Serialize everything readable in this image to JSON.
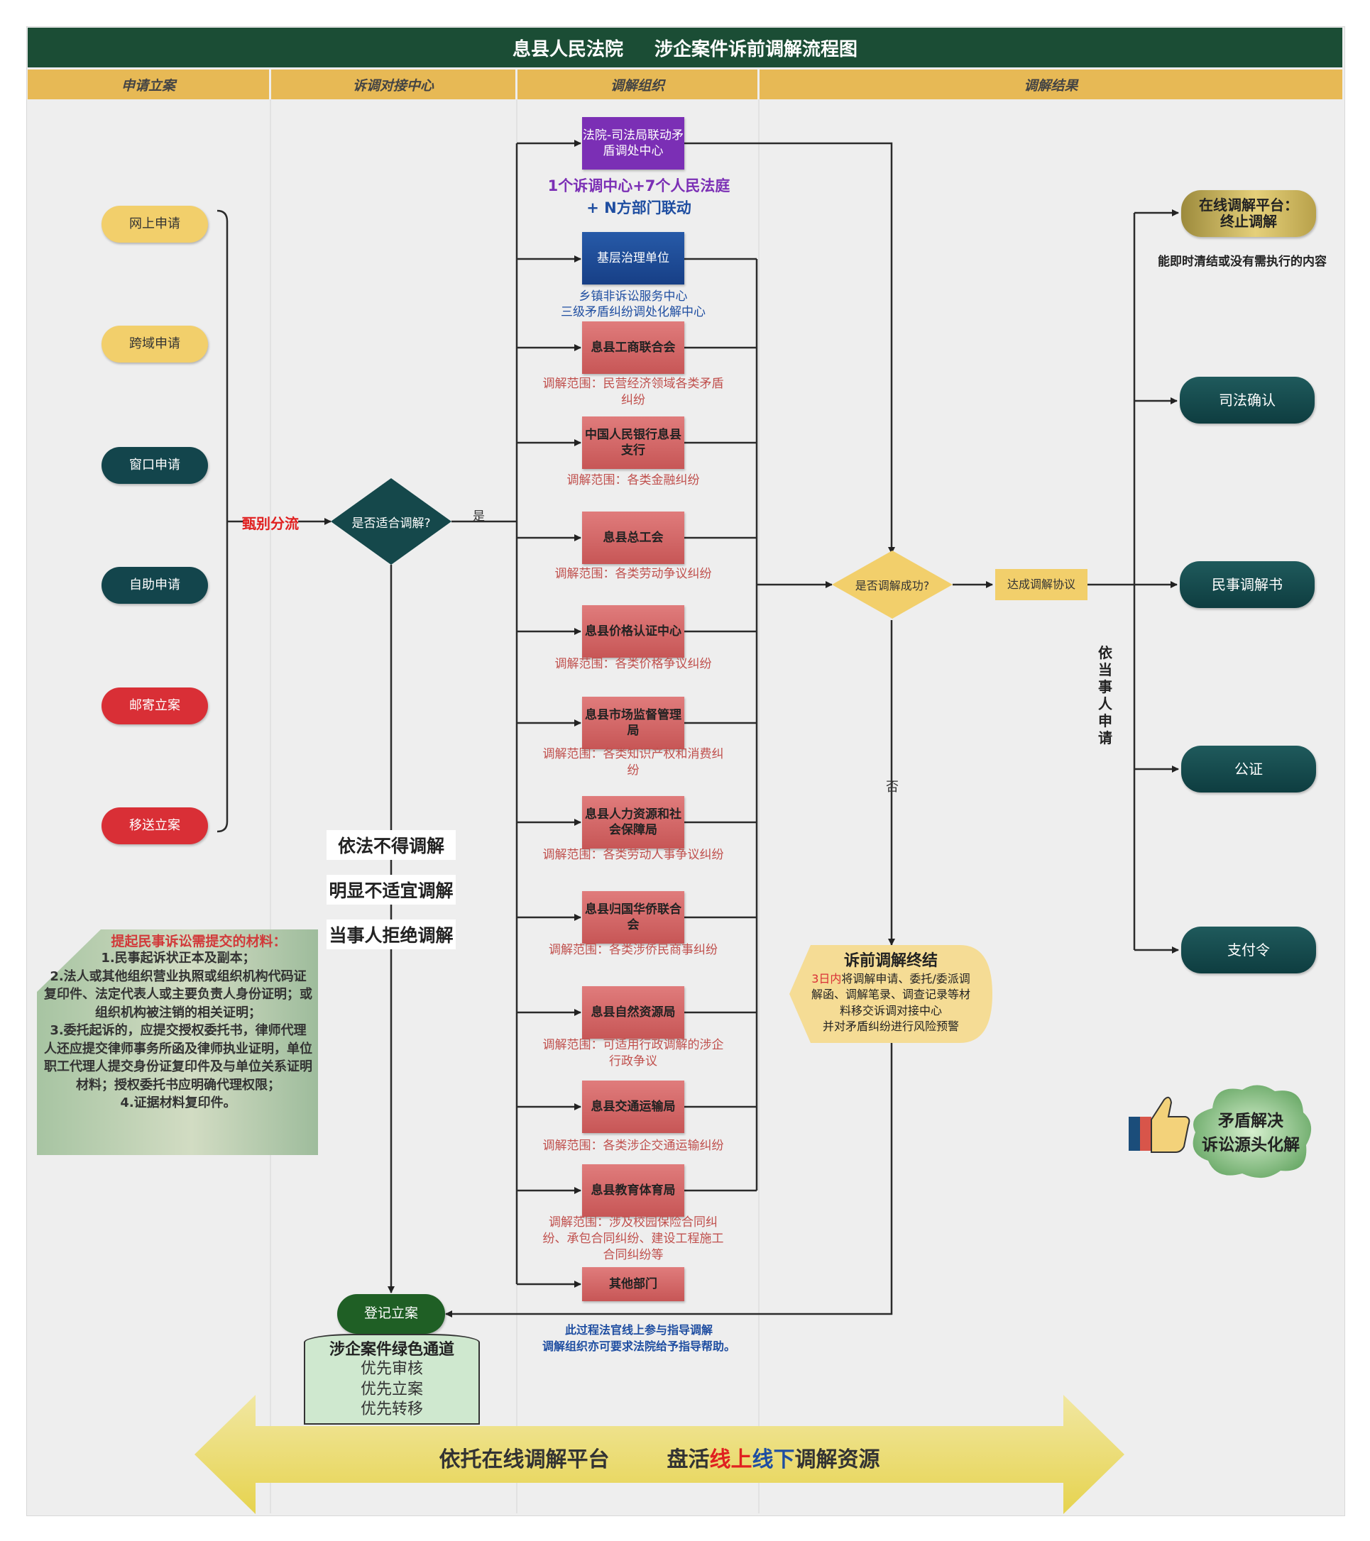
{
  "title": {
    "part1": "息县人民法院",
    "part2": "涉企案件诉前调解流程图"
  },
  "lanes": [
    "申请立案",
    "诉调对接中心",
    "调解组织",
    "调解结果"
  ],
  "applications": [
    "网上申请",
    "跨域申请",
    "窗口申请",
    "自助申请",
    "邮寄立案",
    "移送立案"
  ],
  "triage_label": "甄别分流",
  "decision1": {
    "text": "是否适合调解?",
    "yes": "是"
  },
  "court_center": {
    "box": "法院-司法局联动矛盾调处中心",
    "tagline1": "1个诉调中心+7个人民法庭",
    "tagline2": "+ N方部门联动"
  },
  "grassroots": {
    "box": "基层治理单位",
    "sub1": "乡镇非诉讼服务中心",
    "sub2": "三级矛盾纠纷调处化解中心"
  },
  "orgs": [
    {
      "name": "息县工商联合会",
      "scope": "调解范围：民营经济领域各类矛盾纠纷"
    },
    {
      "name": "中国人民银行息县支行",
      "scope": "调解范围：各类金融纠纷"
    },
    {
      "name": "息县总工会",
      "scope": "调解范围：各类劳动争议纠纷"
    },
    {
      "name": "息县价格认证中心",
      "scope": "调解范围：各类价格争议纠纷"
    },
    {
      "name": "息县市场监督管理局",
      "scope": "调解范围：各类知识产权和消费纠纷"
    },
    {
      "name": "息县人力资源和社会保障局",
      "scope": "调解范围：各类劳动人事争议纠纷"
    },
    {
      "name": "息县归国华侨联合会",
      "scope": "调解范围：各类涉侨民商事纠纷"
    },
    {
      "name": "息县自然资源局",
      "scope": "调解范围：可适用行政调解的涉企行政争议"
    },
    {
      "name": "息县交通运输局",
      "scope": "调解范围：各类涉企交通运输纠纷"
    },
    {
      "name": "息县教育体育局",
      "scope": "调解范围：涉及校园保险合同纠纷、承包合同纠纷、建设工程施工合同纠纷等"
    },
    {
      "name": "其他部门",
      "scope": ""
    }
  ],
  "decision2": {
    "text": "是否调解成功?",
    "no": "否"
  },
  "agreement": "达成调解协议",
  "results": [
    "司法确认",
    "民事调解书",
    "公证",
    "支付令"
  ],
  "online_platform": {
    "line1": "在线调解平台：",
    "line2": "终止调解",
    "note": "能即时清结或没有需执行的内容"
  },
  "by_request": "依当事人申请",
  "termination": {
    "title": "诉前调解终结",
    "highlight": "3日内",
    "line1": "将调解申请、委托/委派调",
    "line2": "解函、调解笔录、调查记录等材",
    "line3": "料移交诉调对接中心",
    "line4": "并对矛盾纠纷进行风险预警"
  },
  "not_suitable": [
    "依法不得调解",
    "明显不适宜调解",
    "当事人拒绝调解"
  ],
  "materials": {
    "title": "提起民事诉讼需提交的材料：",
    "items": [
      "1.民事起诉状正本及副本；",
      "2.法人或其他组织营业执照或组织机构代码证复印件、法定代表人或主要负责人身份证明；或组织机构被注销的相关证明；",
      "3.委托起诉的，应提交授权委托书，律师代理人还应提交律师事务所函及律师执业证明，单位职工代理人提交身份证复印件及与单位关系证明材料；授权委托书应明确代理权限；",
      "4.证据材料复印件。"
    ]
  },
  "register": "登记立案",
  "green_channel": {
    "title": "涉企案件绿色通道",
    "items": [
      "优先审核",
      "优先立案",
      "优先转移"
    ]
  },
  "judge_note": {
    "line1": "此过程法官线上参与指导调解",
    "line2": "调解组织亦可要求法院给予指导帮助。"
  },
  "cloud": {
    "line1": "矛盾解决",
    "line2": "诉讼源头化解"
  },
  "bottom_arrow": {
    "part1": "依托在线调解平台",
    "part2a": "盘活",
    "part2b": "线上",
    "part2c": "线下",
    "part2d": "调解资源"
  },
  "colors": {
    "header": "#1b4d35",
    "lane": "#e7b955",
    "org": "#d56a6a",
    "teal": "#13454c",
    "scope": "#c0504d"
  }
}
